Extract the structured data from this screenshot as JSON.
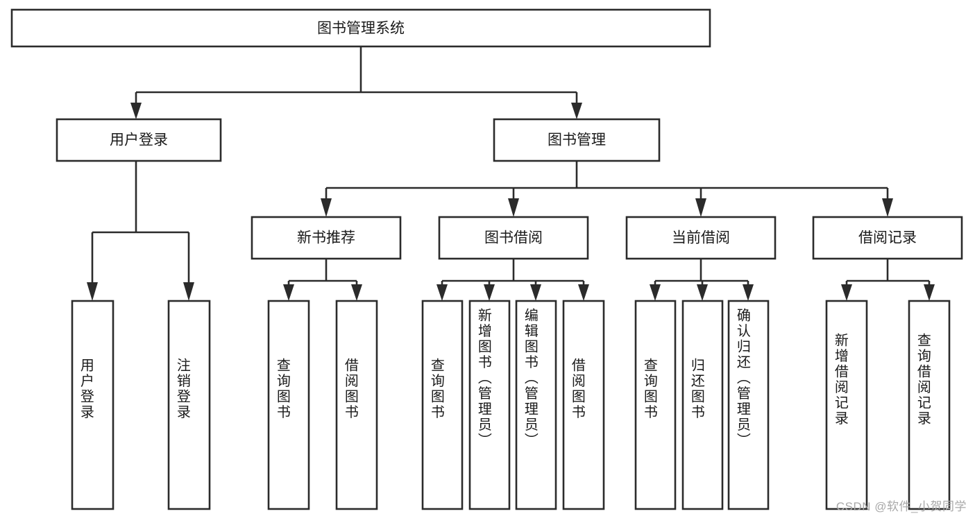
{
  "diagram": {
    "type": "tree",
    "title_node": "图书管理系统",
    "watermark": "CSDN @软件_小贺同学",
    "colors": {
      "stroke": "#2b2b2b",
      "box_fill": "#ffffff",
      "text": "#1a1a1a",
      "background": "#ffffff",
      "watermark": "#a8a8a8"
    },
    "levels": {
      "root": {
        "label": "图书管理系统"
      },
      "level2": [
        {
          "label": "用户登录"
        },
        {
          "label": "图书管理"
        }
      ],
      "level3": [
        {
          "label": "新书推荐"
        },
        {
          "label": "图书借阅"
        },
        {
          "label": "当前借阅"
        },
        {
          "label": "借阅记录"
        }
      ],
      "leaves": {
        "user_login": [
          {
            "label": "用户登录"
          },
          {
            "label": "注销登录"
          }
        ],
        "new_book_recommend": [
          {
            "label": "查询图书"
          },
          {
            "label": "借阅图书"
          }
        ],
        "book_borrow": [
          {
            "label": "查询图书"
          },
          {
            "label": "新增图书（管理员）"
          },
          {
            "label": "编辑图书（管理员）"
          },
          {
            "label": "借阅图书"
          }
        ],
        "current_borrow": [
          {
            "label": "查询图书"
          },
          {
            "label": "归还图书"
          },
          {
            "label": "确认归还（管理员）"
          }
        ],
        "borrow_record": [
          {
            "label": "新增借阅记录"
          },
          {
            "label": "查询借阅记录"
          }
        ]
      }
    }
  }
}
